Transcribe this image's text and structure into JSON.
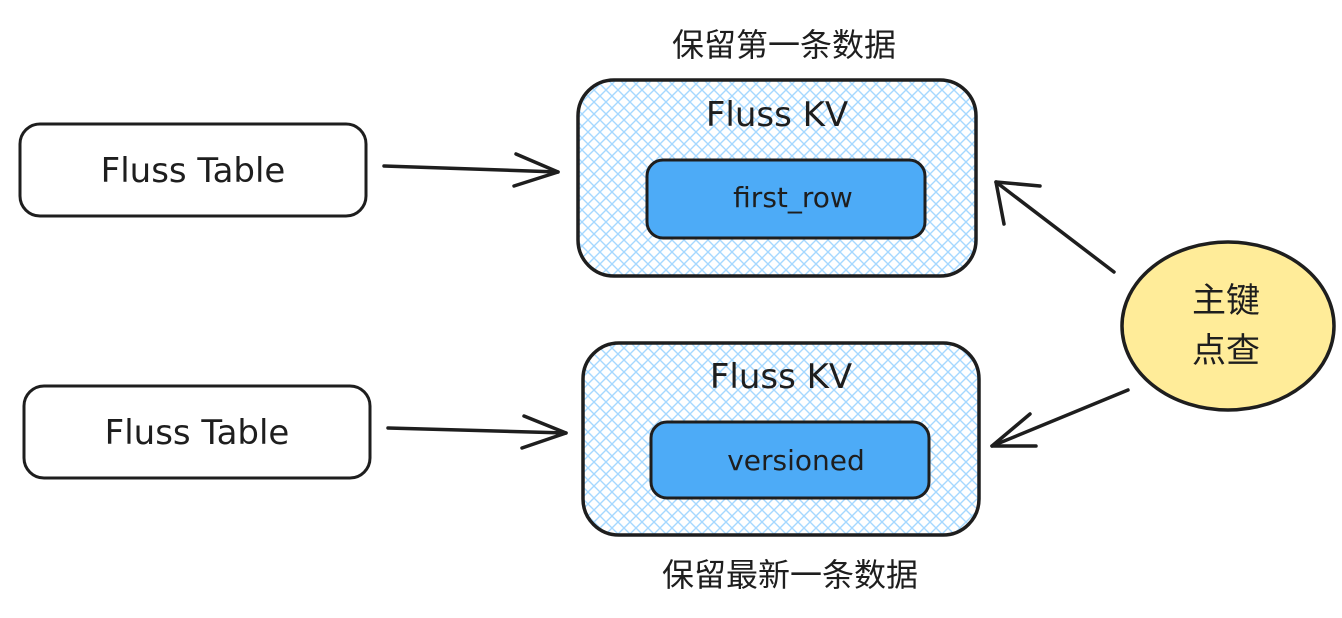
{
  "colors": {
    "stroke": "#1e1e1e",
    "hatch": "#a5d8ff",
    "inner_fill": "#4dabf7",
    "circle_fill": "#ffec99",
    "background": "#ffffff"
  },
  "top_group": {
    "caption": "保留第一条数据",
    "source_label": "Fluss Table",
    "container_label": "Fluss KV",
    "merge_engine_label": "first_row"
  },
  "bottom_group": {
    "caption": "保留最新一条数据",
    "source_label": "Fluss Table",
    "container_label": "Fluss KV",
    "merge_engine_label": "versioned"
  },
  "lookup": {
    "line1": "主键",
    "line2": "点查"
  }
}
